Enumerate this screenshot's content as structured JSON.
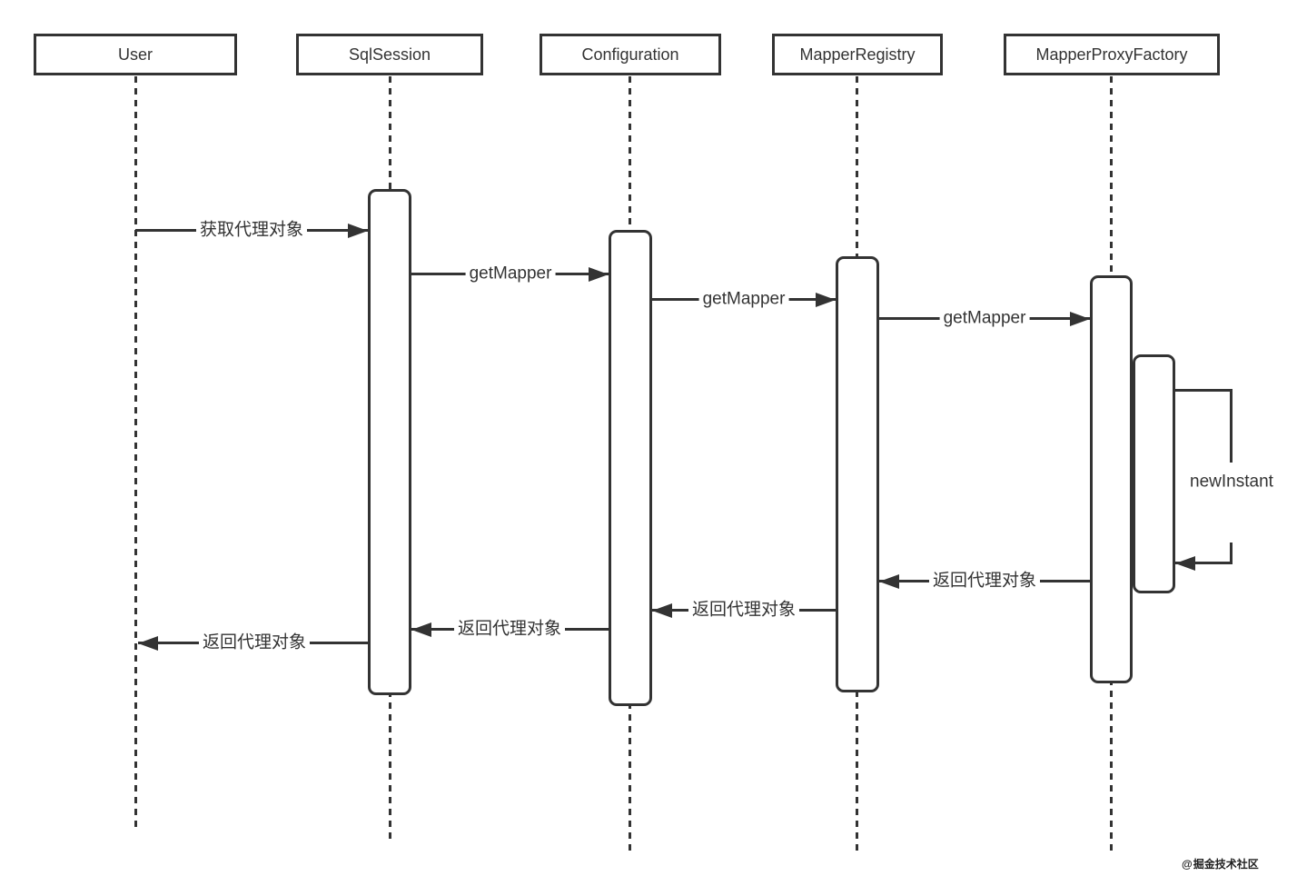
{
  "diagram": {
    "type": "sequence-diagram",
    "participants": [
      {
        "id": "user",
        "label": "User"
      },
      {
        "id": "sqlsession",
        "label": "SqlSession"
      },
      {
        "id": "configuration",
        "label": "Configuration"
      },
      {
        "id": "mapperregistry",
        "label": "MapperRegistry"
      },
      {
        "id": "mapperproxyfactory",
        "label": "MapperProxyFactory"
      }
    ],
    "messages": [
      {
        "label": "获取代理对象",
        "from": "User",
        "to": "SqlSession",
        "direction": "right"
      },
      {
        "label": "getMapper",
        "from": "SqlSession",
        "to": "Configuration",
        "direction": "right"
      },
      {
        "label": "getMapper",
        "from": "Configuration",
        "to": "MapperRegistry",
        "direction": "right"
      },
      {
        "label": "getMapper",
        "from": "MapperRegistry",
        "to": "MapperProxyFactory",
        "direction": "right"
      },
      {
        "label": "newInstant",
        "from": "MapperProxyFactory",
        "to": "MapperProxyFactory",
        "direction": "self"
      },
      {
        "label": "返回代理对象",
        "from": "MapperProxyFactory",
        "to": "MapperRegistry",
        "direction": "left"
      },
      {
        "label": "返回代理对象",
        "from": "MapperRegistry",
        "to": "Configuration",
        "direction": "left"
      },
      {
        "label": "返回代理对象",
        "from": "Configuration",
        "to": "SqlSession",
        "direction": "left"
      },
      {
        "label": "返回代理对象",
        "from": "SqlSession",
        "to": "User",
        "direction": "left"
      }
    ],
    "colors": {
      "line": "#333333",
      "text": "#333333",
      "background": "#ffffff"
    },
    "watermark": {
      "icon": "juejin-logo",
      "icon_glyph": "@",
      "text": "掘金技术社区"
    }
  }
}
